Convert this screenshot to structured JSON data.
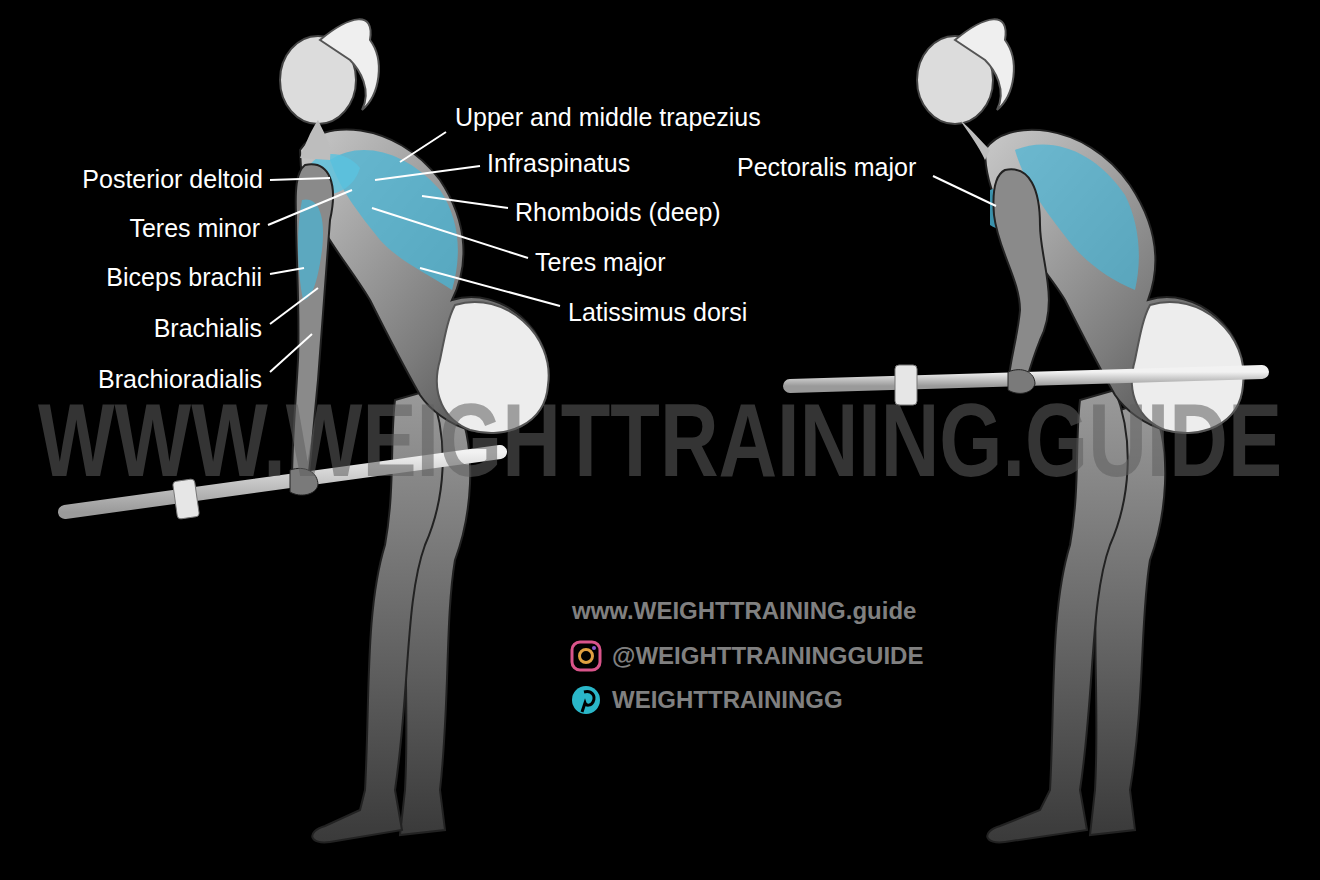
{
  "diagram": {
    "labels": [
      "Upper and middle trapezius",
      "Posterior deltoid",
      "Infraspinatus",
      "Teres minor",
      "Rhomboids (deep)",
      "Biceps brachii",
      "Teres major",
      "Brachialis",
      "Latissimus dorsi",
      "Brachioradialis",
      "Pectoralis major",
      "WWW.WEIGHTTRAINING.GUIDE",
      "www.WEIGHTTRAINING.guide",
      "@WEIGHTTRAININGGUIDE",
      "WEIGHTTRAININGG"
    ]
  }
}
